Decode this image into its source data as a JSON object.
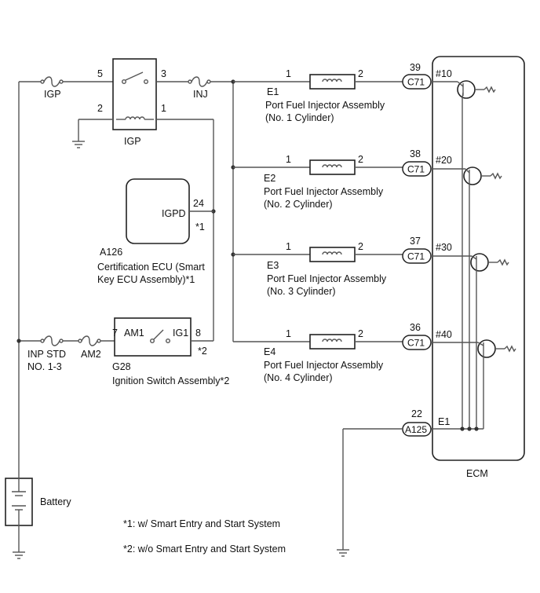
{
  "fuses": {
    "igp": "IGP",
    "inj": "INJ",
    "inp_std_1": "INP STD",
    "inp_std_2": "NO. 1-3",
    "am2": "AM2"
  },
  "relay": {
    "label": "IGP",
    "pin5": "5",
    "pin3": "3",
    "pin2": "2",
    "pin1": "1"
  },
  "cert_ecu": {
    "pin_label": "IGPD",
    "pin": "24",
    "note": "*1",
    "code": "A126",
    "name_1": "Certification ECU (Smart",
    "name_2": "Key ECU Assembly)*1"
  },
  "ign_switch": {
    "code": "G28",
    "name": "Ignition Switch Assembly*2",
    "pin_left": "7",
    "pin_right": "8",
    "am1": "AM1",
    "ig1": "IG1",
    "note": "*2"
  },
  "injectors": [
    {
      "code": "E1",
      "pin_in": "1",
      "pin_out": "2",
      "name": "Port Fuel Injector Assembly",
      "cyl": "(No. 1 Cylinder)",
      "ecm_pin": "39",
      "connector": "C71",
      "terminal": "#10"
    },
    {
      "code": "E2",
      "pin_in": "1",
      "pin_out": "2",
      "name": "Port Fuel Injector Assembly",
      "cyl": "(No. 2 Cylinder)",
      "ecm_pin": "38",
      "connector": "C71",
      "terminal": "#20"
    },
    {
      "code": "E3",
      "pin_in": "1",
      "pin_out": "2",
      "name": "Port Fuel Injector Assembly",
      "cyl": "(No. 3 Cylinder)",
      "ecm_pin": "37",
      "connector": "C71",
      "terminal": "#30"
    },
    {
      "code": "E4",
      "pin_in": "1",
      "pin_out": "2",
      "name": "Port Fuel Injector Assembly",
      "cyl": "(No. 4 Cylinder)",
      "ecm_pin": "36",
      "connector": "C71",
      "terminal": "#40"
    }
  ],
  "ecm": {
    "label": "ECM",
    "ground_pin": "22",
    "ground_connector": "A125",
    "ground_terminal": "E1"
  },
  "battery": {
    "label": "Battery"
  },
  "notes": {
    "note1": "*1: w/ Smart Entry and Start System",
    "note2": "*2: w/o Smart Entry and Start System"
  }
}
